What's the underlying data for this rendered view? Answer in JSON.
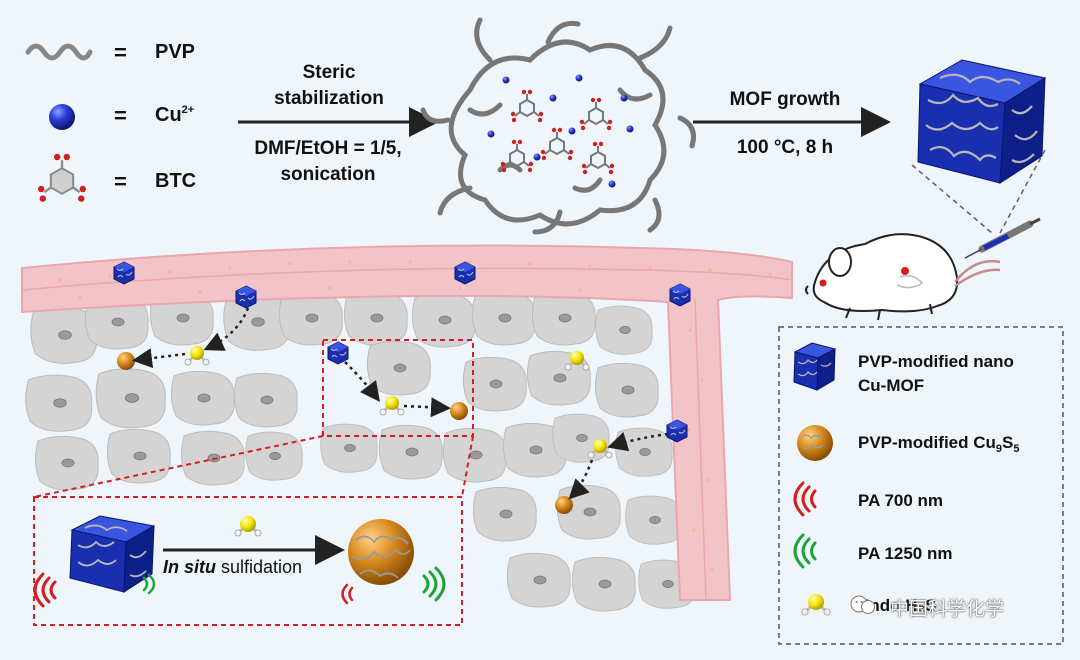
{
  "key": {
    "pvp": "PVP",
    "cu": "Cu",
    "cu_charge": "2+",
    "btc": "BTC",
    "equals": "="
  },
  "steps": {
    "step1_top_line1": "Steric",
    "step1_top_line2": "stabilization",
    "step1_bottom_line1": "DMF/EtOH = 1/5,",
    "step1_bottom_line2": "sonication",
    "step2_top": "MOF growth",
    "step2_bottom": "100 °C, 8 h"
  },
  "inset": {
    "process_italic": "In situ",
    "process_rest": " sulfidation"
  },
  "legend": {
    "item1_line1": "PVP-modified nano",
    "item1_line2": "Cu-MOF",
    "item2_text": "PVP-modified Cu",
    "item2_sub1": "9",
    "item2_mid": "S",
    "item2_sub2": "5",
    "item3": "PA 700 nm",
    "item4": "PA 1250 nm",
    "item5": "Endo H₂S"
  },
  "watermark": "中国科学化学",
  "colors": {
    "background": "#eef6fb",
    "vessel": "#f2c4c8",
    "cell": "#d6d6d6",
    "mof": "#1a2fb0",
    "cu9s5": "#d98a1e",
    "h2s": "#f5e500",
    "red_signal": "#d61e1e",
    "green_signal": "#1fa33a"
  }
}
